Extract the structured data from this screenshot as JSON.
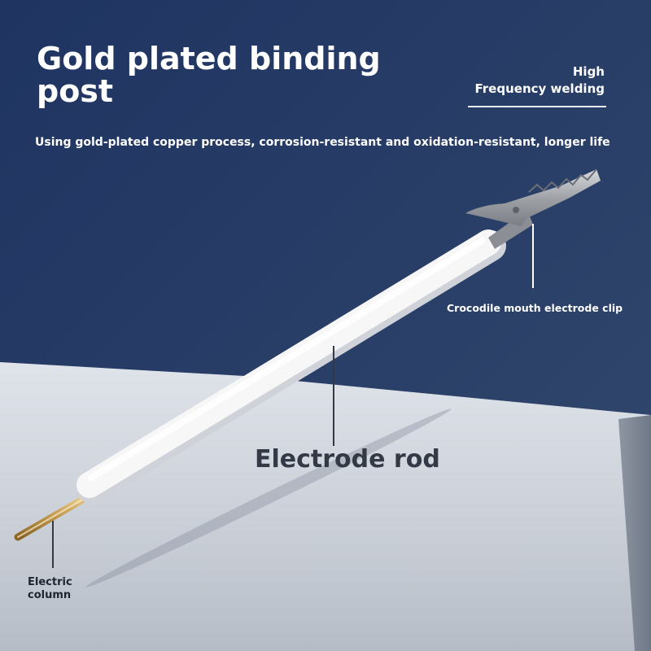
{
  "title": "Gold plated binding post",
  "badge": {
    "line1": "High",
    "line2": "Frequency welding"
  },
  "subtitle": "Using gold-plated copper process, corrosion-resistant and oxidation-resistant, longer life",
  "labels": {
    "clip": "Crocodile mouth electrode clip",
    "rod": "Electrode rod",
    "column_line1": "Electric",
    "column_line2": "column"
  },
  "colors": {
    "background_navy": "#253a64",
    "table_gray": "#c7ccd4",
    "rod_white": "#f6f6f6",
    "pin_gold": "#b8893d",
    "clip_silver": "#a9acb0",
    "label_dark": "#333a46"
  }
}
